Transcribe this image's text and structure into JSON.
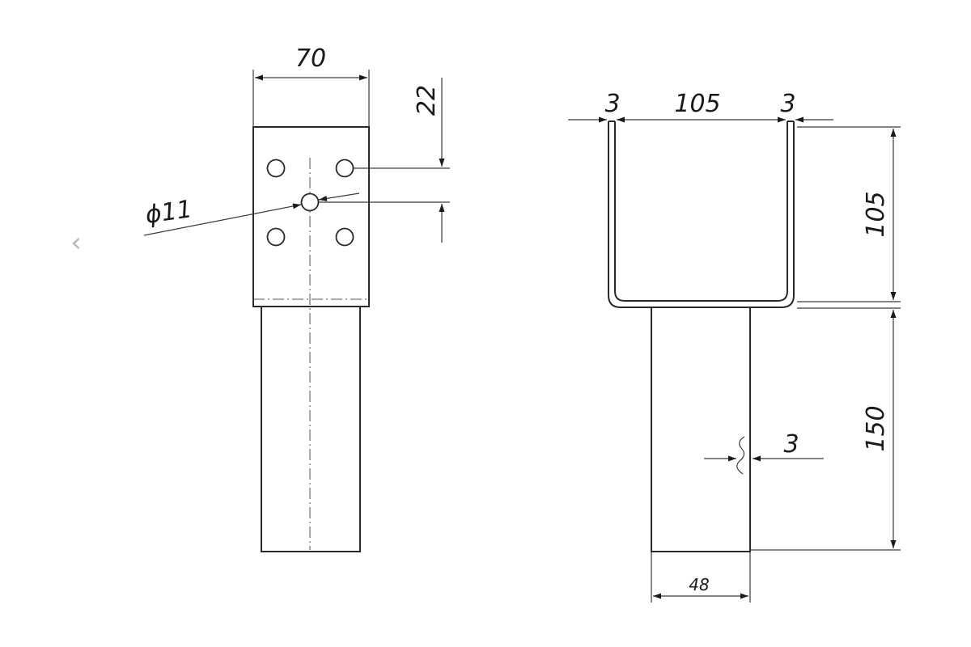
{
  "drawing": {
    "front_view": {
      "width_label": "70",
      "hole_offset_label": "22",
      "hole_diameter_label": "ϕ11"
    },
    "side_view": {
      "wall_left_label": "3",
      "inner_width_label": "105",
      "wall_right_label": "3",
      "bracket_height_label": "105",
      "post_height_label": "150",
      "tube_wall_label": "3",
      "tube_width_label": "48"
    }
  },
  "navigation": {
    "prev_icon": "chevron-left-icon",
    "prev_glyph": "‹"
  }
}
